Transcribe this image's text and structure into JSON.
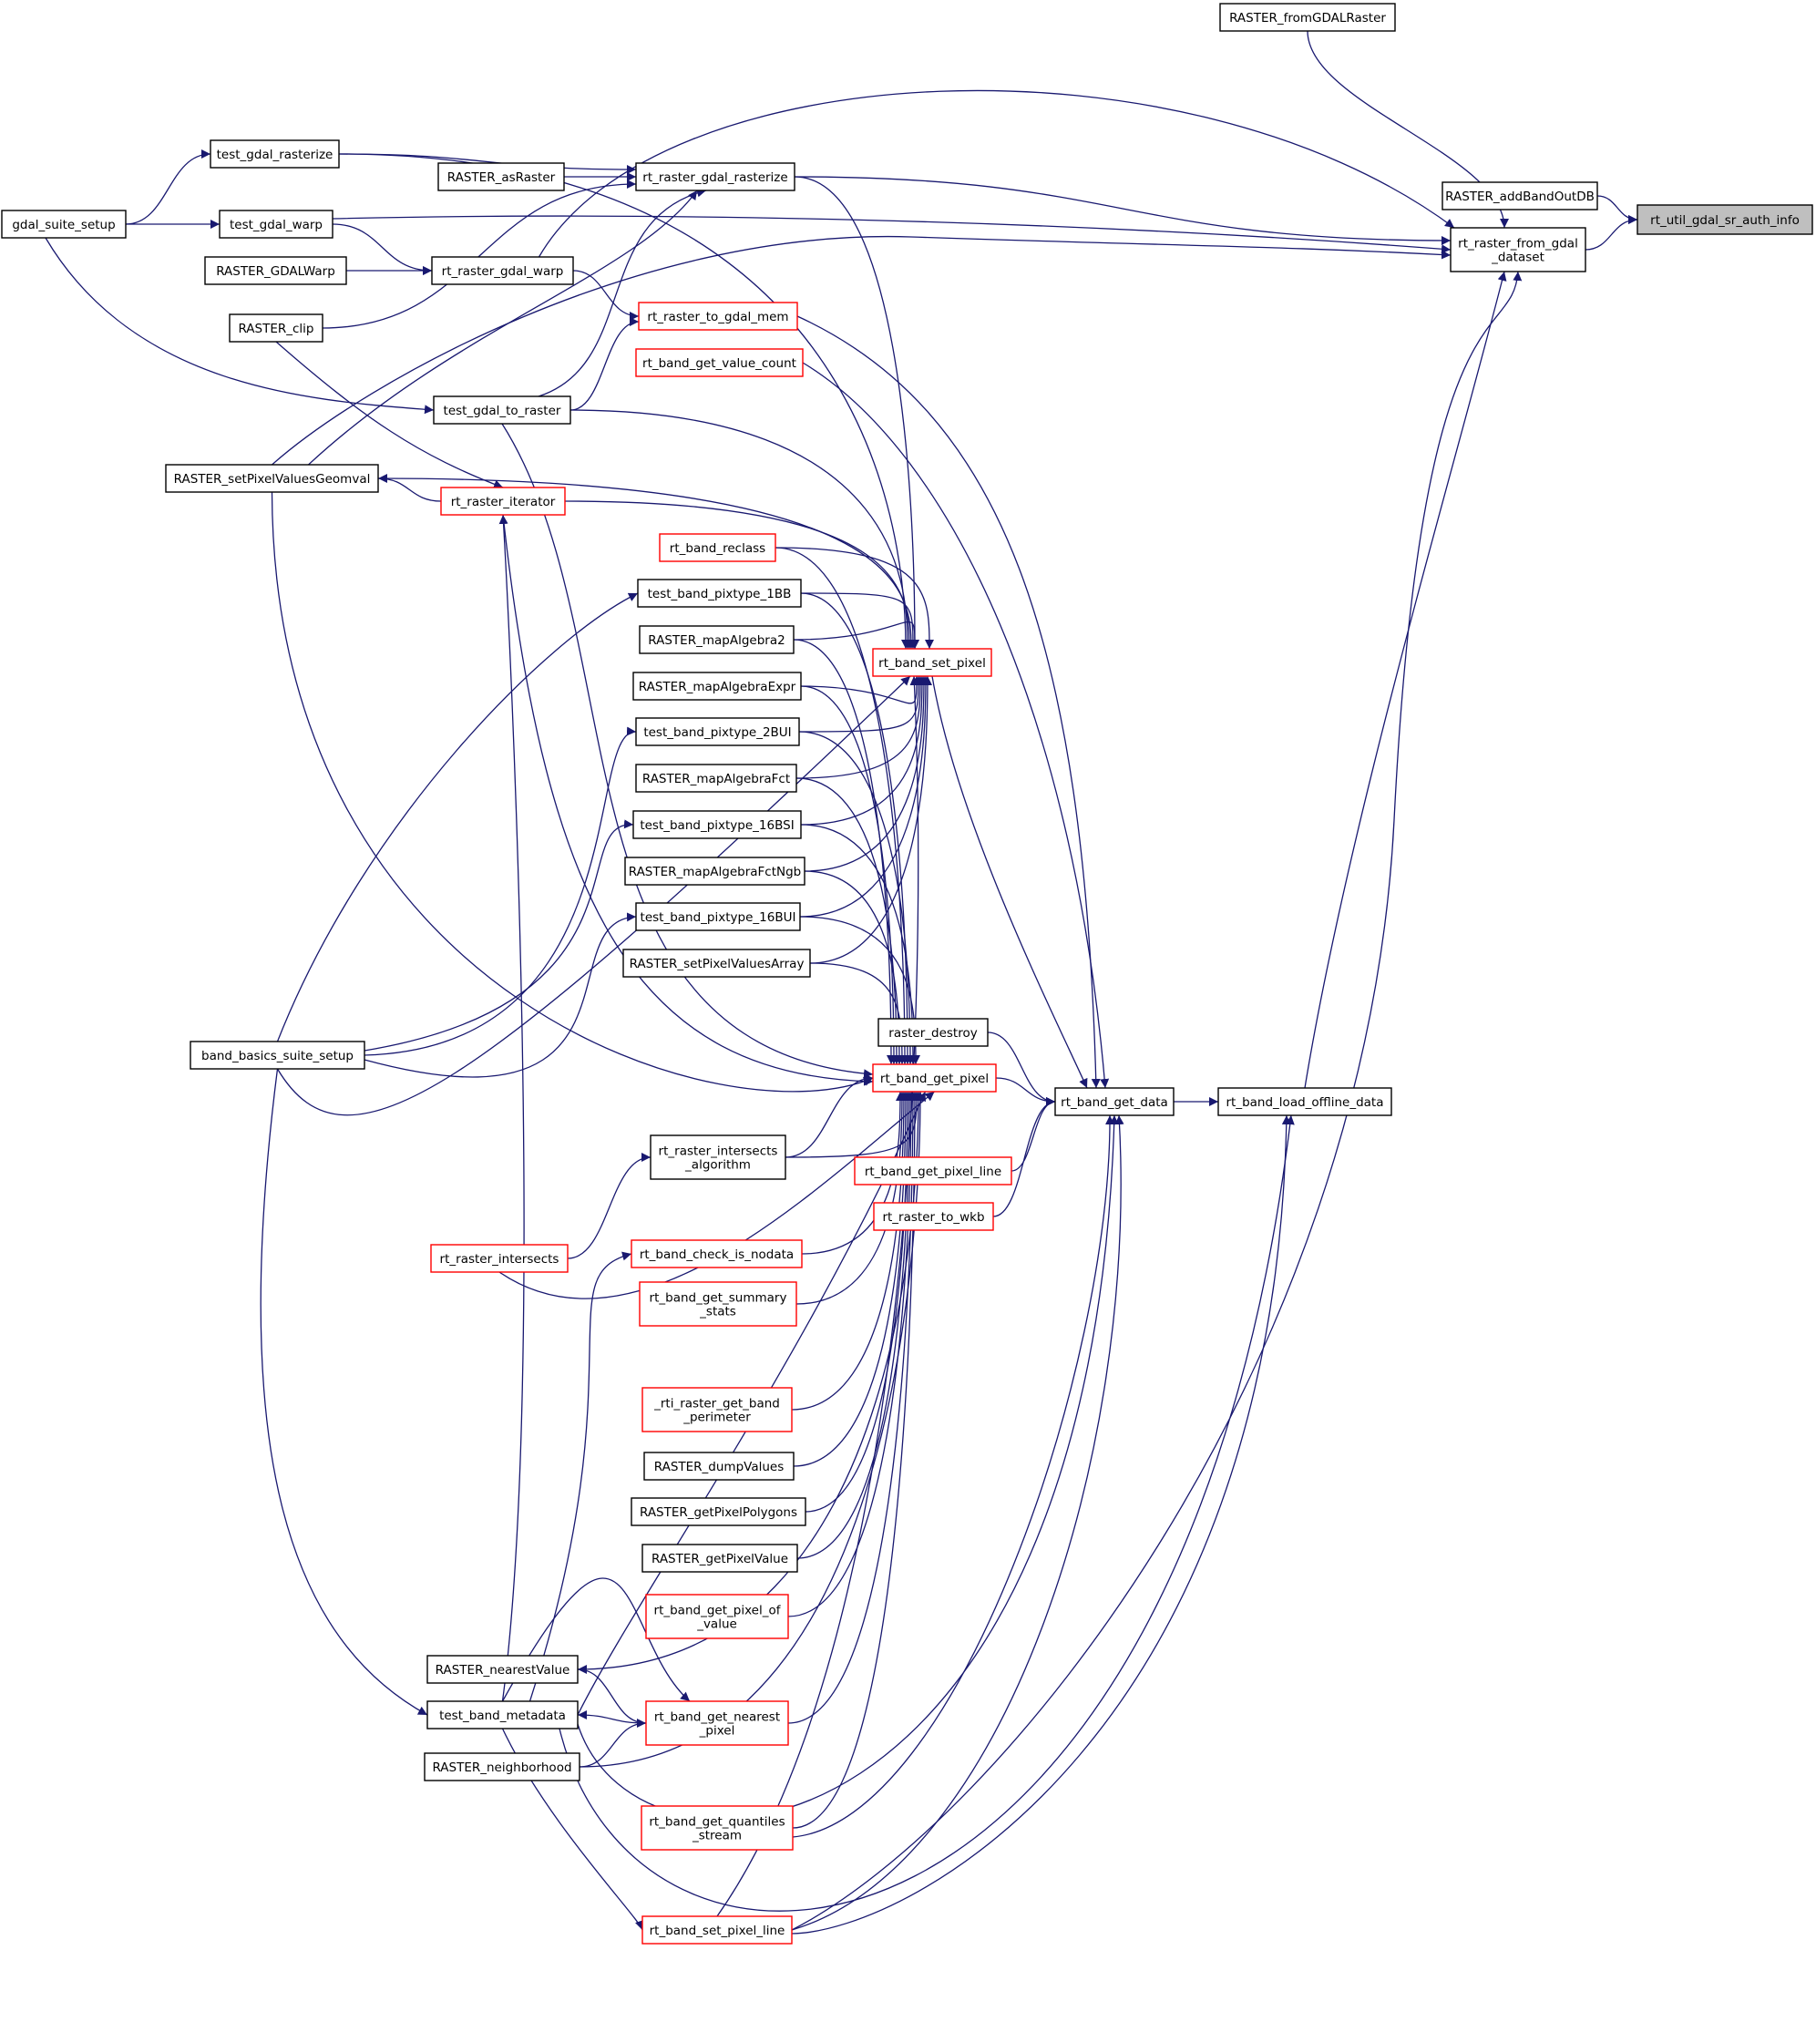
{
  "nodes": {
    "root": {
      "lines": [
        "rt_util_gdal_sr_auth_info"
      ],
      "color": "#000000",
      "fill": "#bfbfbf"
    },
    "from_gdal": {
      "lines": [
        "RASTER_fromGDALRaster"
      ],
      "color": "#000000"
    },
    "add_outdb": {
      "lines": [
        "RASTER_addBandOutDB"
      ],
      "color": "#000000"
    },
    "rfgd": {
      "lines": [
        "rt_raster_from_gdal",
        "_dataset"
      ],
      "color": "#000000"
    },
    "test_rasterize": {
      "lines": [
        "test_gdal_rasterize"
      ],
      "color": "#000000"
    },
    "gdal_suite": {
      "lines": [
        "gdal_suite_setup"
      ],
      "color": "#000000"
    },
    "test_warp": {
      "lines": [
        "test_gdal_warp"
      ],
      "color": "#000000"
    },
    "as_raster": {
      "lines": [
        "RASTER_asRaster"
      ],
      "color": "#000000"
    },
    "rgr": {
      "lines": [
        "rt_raster_gdal_rasterize"
      ],
      "color": "#000000"
    },
    "gdalwarp": {
      "lines": [
        "RASTER_GDALWarp"
      ],
      "color": "#000000"
    },
    "rgw": {
      "lines": [
        "rt_raster_gdal_warp"
      ],
      "color": "#000000"
    },
    "clip": {
      "lines": [
        "RASTER_clip"
      ],
      "color": "#000000"
    },
    "to_mem": {
      "lines": [
        "rt_raster_to_gdal_mem"
      ],
      "color": "#ff0000"
    },
    "value_count": {
      "lines": [
        "rt_band_get_value_count"
      ],
      "color": "#ff0000"
    },
    "test_to_raster": {
      "lines": [
        "test_gdal_to_raster"
      ],
      "color": "#000000"
    },
    "geomval": {
      "lines": [
        "RASTER_setPixelValuesGeomval"
      ],
      "color": "#000000"
    },
    "iterator": {
      "lines": [
        "rt_raster_iterator"
      ],
      "color": "#ff0000"
    },
    "reclass": {
      "lines": [
        "rt_band_reclass"
      ],
      "color": "#ff0000"
    },
    "t1bb": {
      "lines": [
        "test_band_pixtype_1BB"
      ],
      "color": "#000000"
    },
    "ma2": {
      "lines": [
        "RASTER_mapAlgebra2"
      ],
      "color": "#000000"
    },
    "set_pixel": {
      "lines": [
        "rt_band_set_pixel"
      ],
      "color": "#ff0000"
    },
    "maexpr": {
      "lines": [
        "RASTER_mapAlgebraExpr"
      ],
      "color": "#000000"
    },
    "t2bui": {
      "lines": [
        "test_band_pixtype_2BUI"
      ],
      "color": "#000000"
    },
    "mafct": {
      "lines": [
        "RASTER_mapAlgebraFct"
      ],
      "color": "#000000"
    },
    "t16bsi": {
      "lines": [
        "test_band_pixtype_16BSI"
      ],
      "color": "#000000"
    },
    "mafctngb": {
      "lines": [
        "RASTER_mapAlgebraFctNgb"
      ],
      "color": "#000000"
    },
    "t16bui": {
      "lines": [
        "test_band_pixtype_16BUI"
      ],
      "color": "#000000"
    },
    "spva": {
      "lines": [
        "RASTER_setPixelValuesArray"
      ],
      "color": "#000000"
    },
    "raster_destroy": {
      "lines": [
        "raster_destroy"
      ],
      "color": "#000000"
    },
    "bb_suite": {
      "lines": [
        "band_basics_suite_setup"
      ],
      "color": "#000000"
    },
    "get_pixel": {
      "lines": [
        "rt_band_get_pixel"
      ],
      "color": "#ff0000"
    },
    "get_data": {
      "lines": [
        "rt_band_get_data"
      ],
      "color": "#000000"
    },
    "load_offline": {
      "lines": [
        "rt_band_load_offline_data"
      ],
      "color": "#000000"
    },
    "ria": {
      "lines": [
        "rt_raster_intersects",
        "_algorithm"
      ],
      "color": "#000000"
    },
    "gpl": {
      "lines": [
        "rt_band_get_pixel_line"
      ],
      "color": "#ff0000"
    },
    "to_wkb": {
      "lines": [
        "rt_raster_to_wkb"
      ],
      "color": "#ff0000"
    },
    "intersects": {
      "lines": [
        "rt_raster_intersects"
      ],
      "color": "#ff0000"
    },
    "is_nodata": {
      "lines": [
        "rt_band_check_is_nodata"
      ],
      "color": "#ff0000"
    },
    "summary": {
      "lines": [
        "rt_band_get_summary",
        "_stats"
      ],
      "color": "#ff0000"
    },
    "perimeter": {
      "lines": [
        "_rti_raster_get_band",
        "_perimeter"
      ],
      "color": "#ff0000"
    },
    "dump": {
      "lines": [
        "RASTER_dumpValues"
      ],
      "color": "#000000"
    },
    "polygons": {
      "lines": [
        "RASTER_getPixelPolygons"
      ],
      "color": "#000000"
    },
    "getpv": {
      "lines": [
        "RASTER_getPixelValue"
      ],
      "color": "#000000"
    },
    "pix_of_value": {
      "lines": [
        "rt_band_get_pixel_of",
        "_value"
      ],
      "color": "#ff0000"
    },
    "nearest_value": {
      "lines": [
        "RASTER_nearestValue"
      ],
      "color": "#000000"
    },
    "test_meta": {
      "lines": [
        "test_band_metadata"
      ],
      "color": "#000000"
    },
    "nearest_pixel": {
      "lines": [
        "rt_band_get_nearest",
        "_pixel"
      ],
      "color": "#ff0000"
    },
    "neighborhood": {
      "lines": [
        "RASTER_neighborhood"
      ],
      "color": "#000000"
    },
    "quantiles": {
      "lines": [
        "rt_band_get_quantiles",
        "_stream"
      ],
      "color": "#ff0000"
    },
    "spl": {
      "lines": [
        "rt_band_set_pixel_line"
      ],
      "color": "#ff0000"
    }
  },
  "edge_color": "#191970"
}
